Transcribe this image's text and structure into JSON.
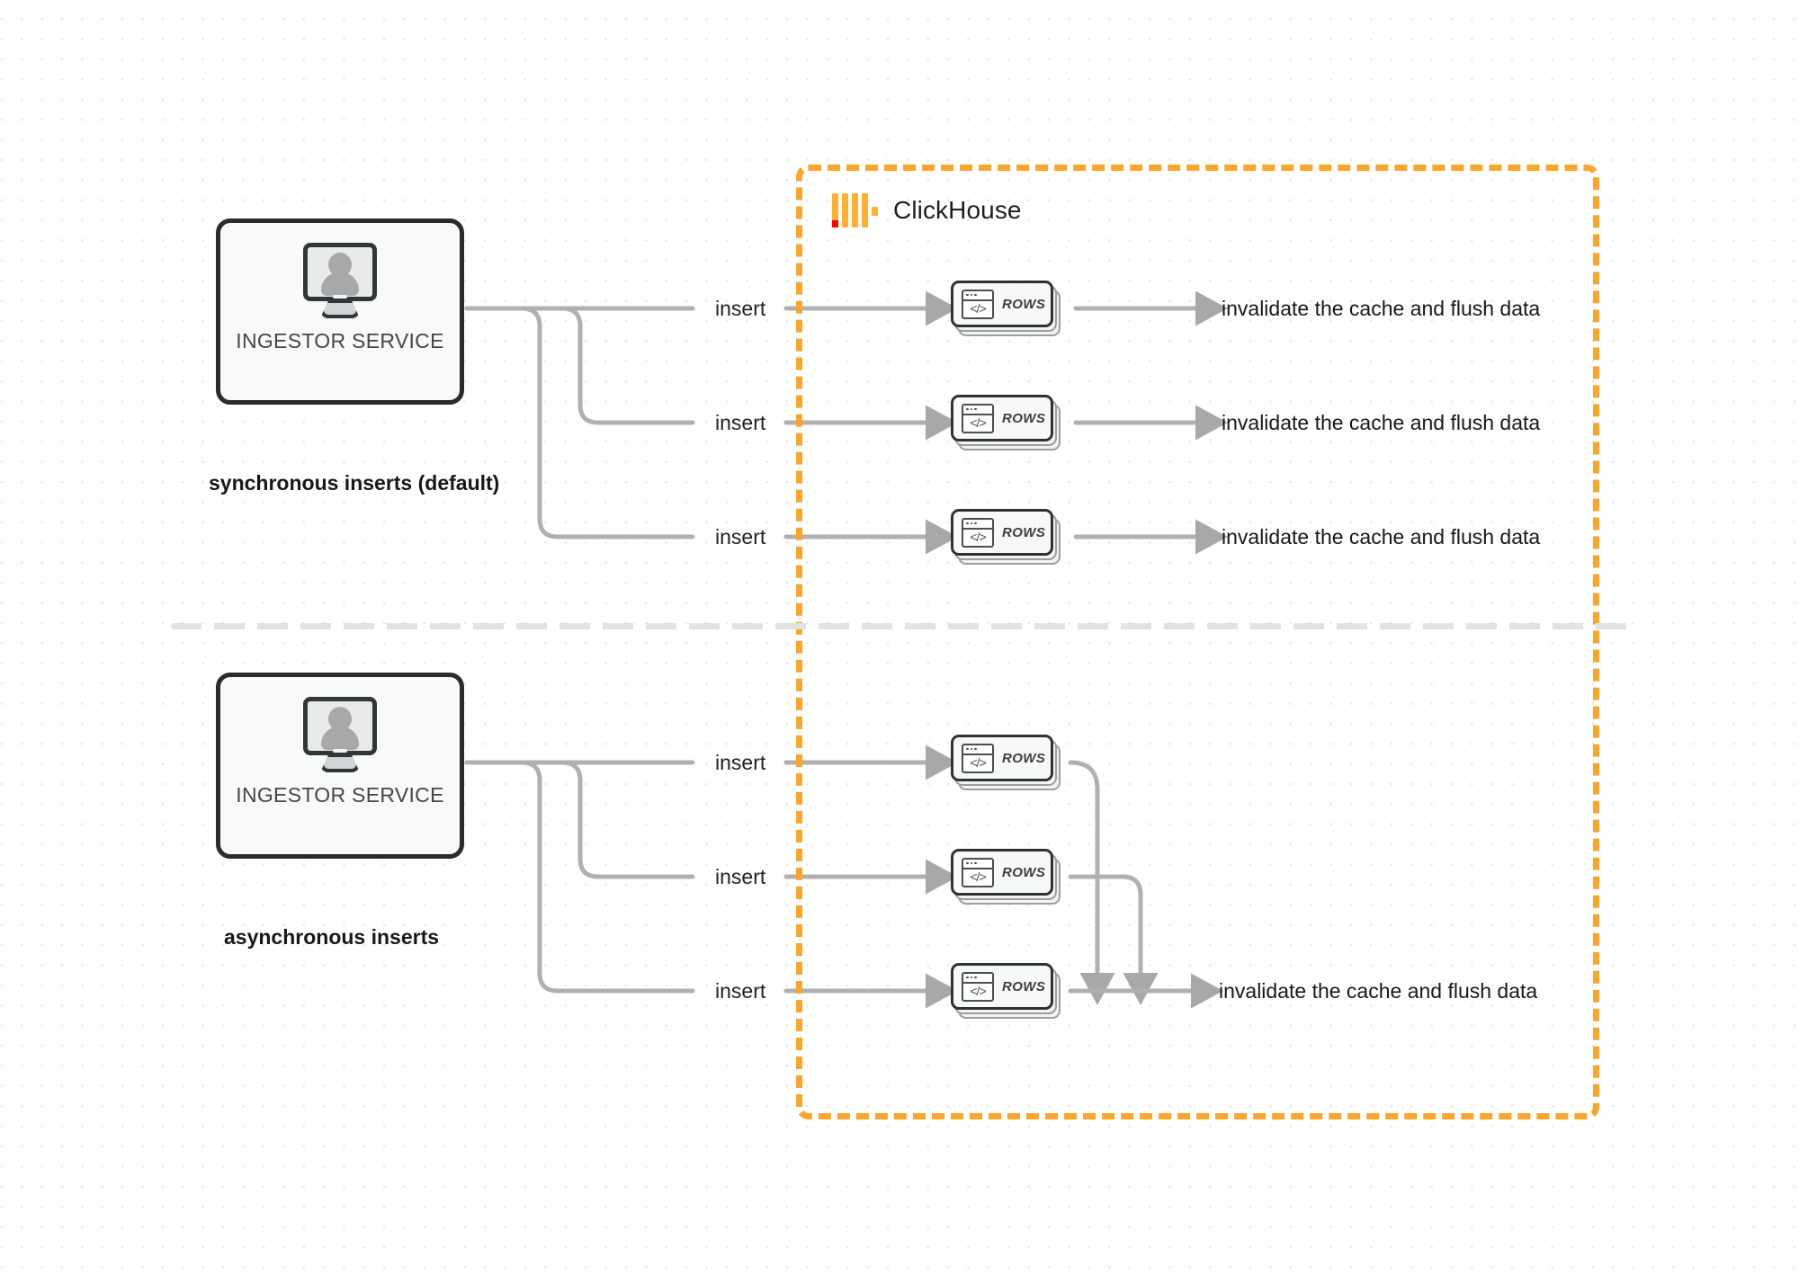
{
  "diagram": {
    "title": "ClickHouse synchronous vs asynchronous inserts",
    "colors": {
      "boundary": "#f9a62b",
      "wire": "#b0b0b0",
      "box_border": "#2b2b2b",
      "logo_yellow": "#ffb02e",
      "logo_red": "#ff0000",
      "divider": "#e2e2e2"
    }
  },
  "clickhouse": {
    "name": "ClickHouse",
    "logo_name": "clickhouse-logo"
  },
  "sections": [
    {
      "id": "synchronous",
      "label": "synchronous inserts (default)",
      "source": {
        "caption": "INGESTOR SERVICE",
        "icon": "monitor-user-icon"
      },
      "flows": [
        {
          "insert_label": "insert",
          "card_label": "ROWS",
          "result_label": "invalidate the cache and flush data"
        },
        {
          "insert_label": "insert",
          "card_label": "ROWS",
          "result_label": "invalidate the cache and flush data"
        },
        {
          "insert_label": "insert",
          "card_label": "ROWS",
          "result_label": "invalidate the cache and flush data"
        }
      ]
    },
    {
      "id": "asynchronous",
      "label": "asynchronous inserts",
      "source": {
        "caption": "INGESTOR SERVICE",
        "icon": "monitor-user-icon"
      },
      "flows": [
        {
          "insert_label": "insert",
          "card_label": "ROWS"
        },
        {
          "insert_label": "insert",
          "card_label": "ROWS"
        },
        {
          "insert_label": "insert",
          "card_label": "ROWS"
        }
      ],
      "merged_result_label": "invalidate the cache and flush data"
    }
  ]
}
